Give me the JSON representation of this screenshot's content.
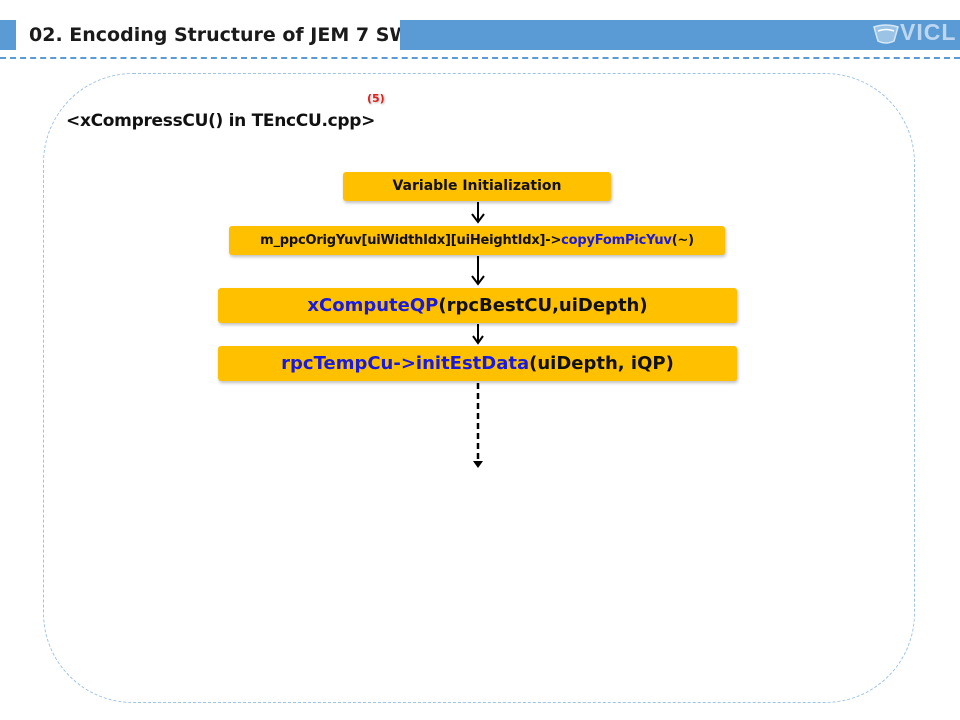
{
  "header": {
    "title": "02. Encoding Structure of JEM 7 SW",
    "logo_text": "VICL"
  },
  "slide": {
    "function_title": "<xCompressCU() in TEncCU.cpp>",
    "reference_badge": "(5)"
  },
  "flow": [
    {
      "pre": "",
      "func": "",
      "post": "Variable Initialization"
    },
    {
      "pre": "m_ppcOrigYuv[uiWidthIdx][uiHeightIdx]->",
      "func": "copyFomPicYuv",
      "post": "(~)"
    },
    {
      "pre": "",
      "func": "xComputeQP",
      "post": "(rpcBestCU,uiDepth)"
    },
    {
      "pre": "",
      "func": "rpcTempCu->initEstData",
      "post": "(uiDepth, iQP)"
    }
  ],
  "colors": {
    "header_blue": "#5b9bd5",
    "box_fill": "#ffc000",
    "function_blue": "#1a1adc",
    "badge_red": "#e0201b",
    "frame_dash": "#9fc3e7"
  }
}
